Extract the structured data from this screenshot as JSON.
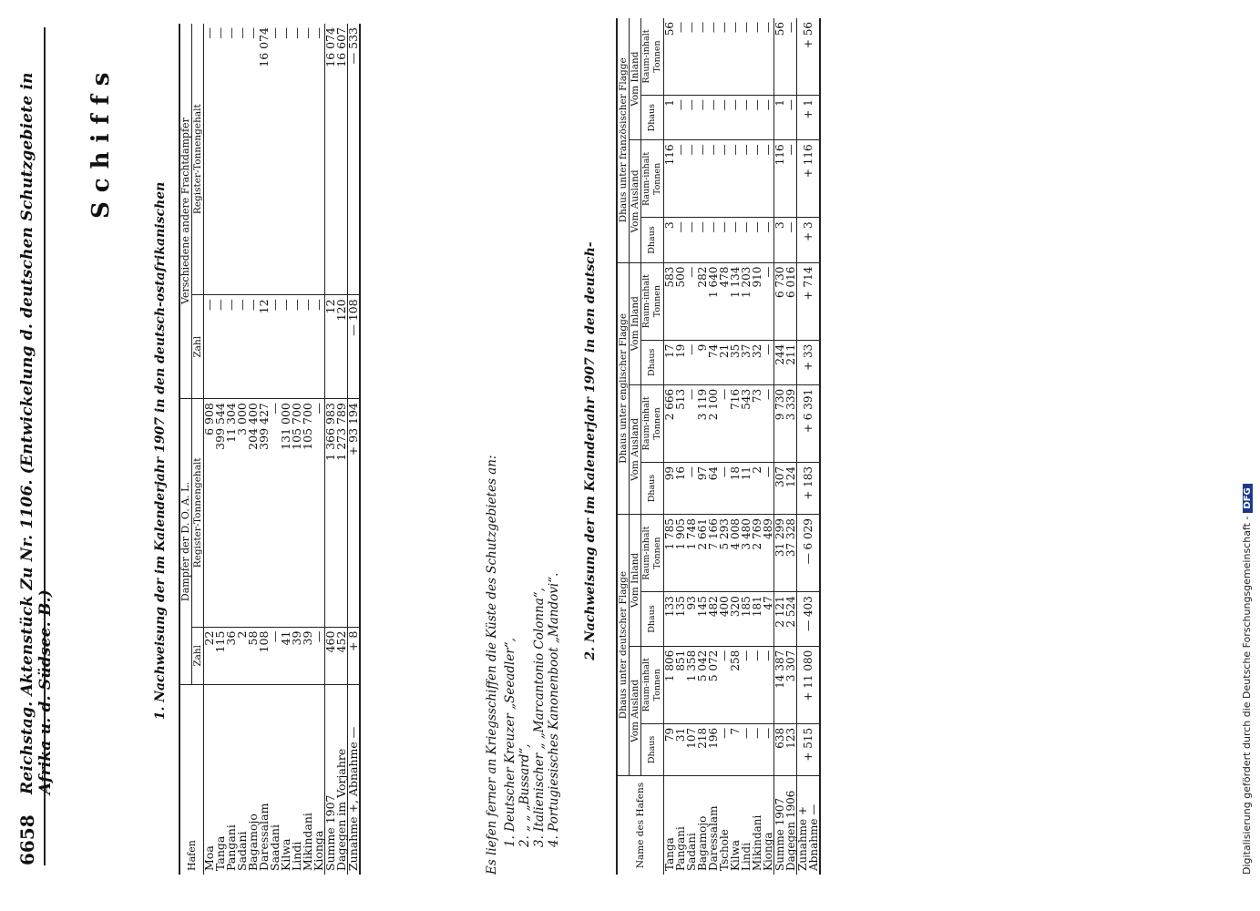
{
  "header": {
    "page_number": "6658",
    "title": "Reichstag. Aktenstück Zu Nr. 1106. (Entwickelung d. deutschen Schutzgebiete in Afrika u. d. Südsee. B.)"
  },
  "big_title": "Schiffs",
  "section1": {
    "title": "1. Nachweisung der im Kalenderjahr 1907 in den deutsch-ostafrikanischen",
    "col_hafen": "Hafen",
    "col_group1": "Dampfer der D. O. A. L.",
    "col_group2": "Verschiedene andere Frachtdampfer",
    "col_zahl": "Zahl",
    "col_tonnage": "Register-Tonnengehalt",
    "rows": [
      {
        "name": "Moa",
        "zahl": "22",
        "tonn": "6 908",
        "zahl2": "—",
        "tonn2": "—"
      },
      {
        "name": "Tanga",
        "zahl": "115",
        "tonn": "399 544",
        "zahl2": "—",
        "tonn2": "—"
      },
      {
        "name": "Pangani",
        "zahl": "36",
        "tonn": "11 304",
        "zahl2": "—",
        "tonn2": "—"
      },
      {
        "name": "Sadani",
        "zahl": "2",
        "tonn": "3 000",
        "zahl2": "—",
        "tonn2": "—"
      },
      {
        "name": "Bagamojo",
        "zahl": "58",
        "tonn": "204 400",
        "zahl2": "—",
        "tonn2": "—"
      },
      {
        "name": "Daressalam",
        "zahl": "108",
        "tonn": "399 427",
        "zahl2": "12",
        "tonn2": "16 074"
      },
      {
        "name": "Saadani",
        "zahl": "—",
        "tonn": "—",
        "zahl2": "—",
        "tonn2": "—"
      },
      {
        "name": "Kilwa",
        "zahl": "41",
        "tonn": "131 000",
        "zahl2": "—",
        "tonn2": "—"
      },
      {
        "name": "Lindi",
        "zahl": "39",
        "tonn": "105 700",
        "zahl2": "—",
        "tonn2": "—"
      },
      {
        "name": "Mikindani",
        "zahl": "39",
        "tonn": "105 700",
        "zahl2": "—",
        "tonn2": "—"
      },
      {
        "name": "Kionga",
        "zahl": "—",
        "tonn": "—",
        "zahl2": "—",
        "tonn2": "—"
      }
    ],
    "sum": {
      "label": "Summe 1907",
      "zahl": "460",
      "tonn": "1 366 983",
      "zahl2": "12",
      "tonn2": "16 074"
    },
    "prev": {
      "label": "Dagegen im Vorjahre",
      "zahl": "452",
      "tonn": "1 273 789",
      "zahl2": "120",
      "tonn2": "16 607"
    },
    "diff": {
      "label": "Zunahme +, Abnahme —",
      "zahl": "+ 8",
      "tonn": "+ 93 194",
      "zahl2": "— 108",
      "tonn2": "— 533"
    }
  },
  "notes": {
    "intro": "Es liefen ferner an Kriegsschiffen die Küste des Schutzgebietes an:",
    "items": [
      "1. Deutscher Kreuzer „Seeadler“,",
      "2. „ „ „Bussard“,",
      "3. Italienischer „ „Marcantonio Colonna“,",
      "4. Portugiesisches Kanonenboot „Mandovi“."
    ]
  },
  "section2": {
    "title": "2. Nachweisung der im Kalenderjahr 1907 in den deutsch-",
    "col_name": "Name des Hafens",
    "groups": [
      "Dhaus unter deutscher Flagge",
      "Dhaus unter englischer Flagge",
      "Dhaus unter französischer Flagge"
    ],
    "subgroups": [
      "Vom Ausland",
      "Vom Inland",
      "Vom Ausland",
      "Vom Inland",
      "Vom Ausland",
      "Vom Inland"
    ],
    "col_dhaus": "Dhaus",
    "col_raum": "Raum-inhalt",
    "col_unit": "Tonnen",
    "rows": [
      {
        "name": "Tanga",
        "v": [
          "79",
          "1 806",
          "133",
          "1 785",
          "99",
          "2 666",
          "17",
          "583",
          "3",
          "116",
          "1",
          "56"
        ]
      },
      {
        "name": "Pangani",
        "v": [
          "31",
          "851",
          "135",
          "1 905",
          "16",
          "513",
          "19",
          "500",
          "—",
          "—",
          "—",
          "—"
        ]
      },
      {
        "name": "Sadani",
        "v": [
          "107",
          "1 358",
          "93",
          "1 748",
          "—",
          "—",
          "—",
          "—",
          "—",
          "—",
          "—",
          "—"
        ]
      },
      {
        "name": "Bagamojo",
        "v": [
          "218",
          "5 042",
          "145",
          "2 661",
          "97",
          "3 119",
          "9",
          "282",
          "—",
          "—",
          "—",
          "—"
        ]
      },
      {
        "name": "Daressalam",
        "v": [
          "196",
          "5 072",
          "482",
          "7 166",
          "64",
          "2 100",
          "74",
          "1 640",
          "—",
          "—",
          "—",
          "—"
        ]
      },
      {
        "name": "Tschole",
        "v": [
          "—",
          "—",
          "400",
          "5 293",
          "—",
          "—",
          "21",
          "478",
          "—",
          "—",
          "—",
          "—"
        ]
      },
      {
        "name": "Kilwa",
        "v": [
          "7",
          "258",
          "320",
          "4 008",
          "18",
          "716",
          "35",
          "1 134",
          "—",
          "—",
          "—",
          "—"
        ]
      },
      {
        "name": "Lindi",
        "v": [
          "—",
          "—",
          "185",
          "3 480",
          "11",
          "543",
          "37",
          "1 203",
          "—",
          "—",
          "—",
          "—"
        ]
      },
      {
        "name": "Mikindani",
        "v": [
          "—",
          "—",
          "181",
          "2 769",
          "2",
          "73",
          "32",
          "910",
          "—",
          "—",
          "—",
          "—"
        ]
      },
      {
        "name": "Kionga",
        "v": [
          "—",
          "—",
          "47",
          "489",
          "—",
          "—",
          "—",
          "—",
          "—",
          "—",
          "—",
          "—"
        ]
      }
    ],
    "sum": {
      "label": "Summe 1907",
      "v": [
        "638",
        "14 387",
        "2 121",
        "31 299",
        "307",
        "9 730",
        "244",
        "6 730",
        "3",
        "116",
        "1",
        "56"
      ]
    },
    "prev": {
      "label": "Dagegen 1906",
      "v": [
        "123",
        "3 307",
        "2 524",
        "37 328",
        "124",
        "3 339",
        "211",
        "6 016",
        "—",
        "—",
        "—",
        "—"
      ]
    },
    "diff": {
      "label": "Zunahme + Abnahme —",
      "v": [
        "+ 515",
        "+ 11 080",
        "— 403",
        "— 6 029",
        "+ 183",
        "+ 6 391",
        "+ 33",
        "+ 714",
        "+ 3",
        "+ 116",
        "+ 1",
        "+ 56"
      ]
    }
  },
  "footer": {
    "text": "Digitalisierung gefördert durch die Deutsche Forschungsgemeinschaft -",
    "logo": "DFG"
  }
}
